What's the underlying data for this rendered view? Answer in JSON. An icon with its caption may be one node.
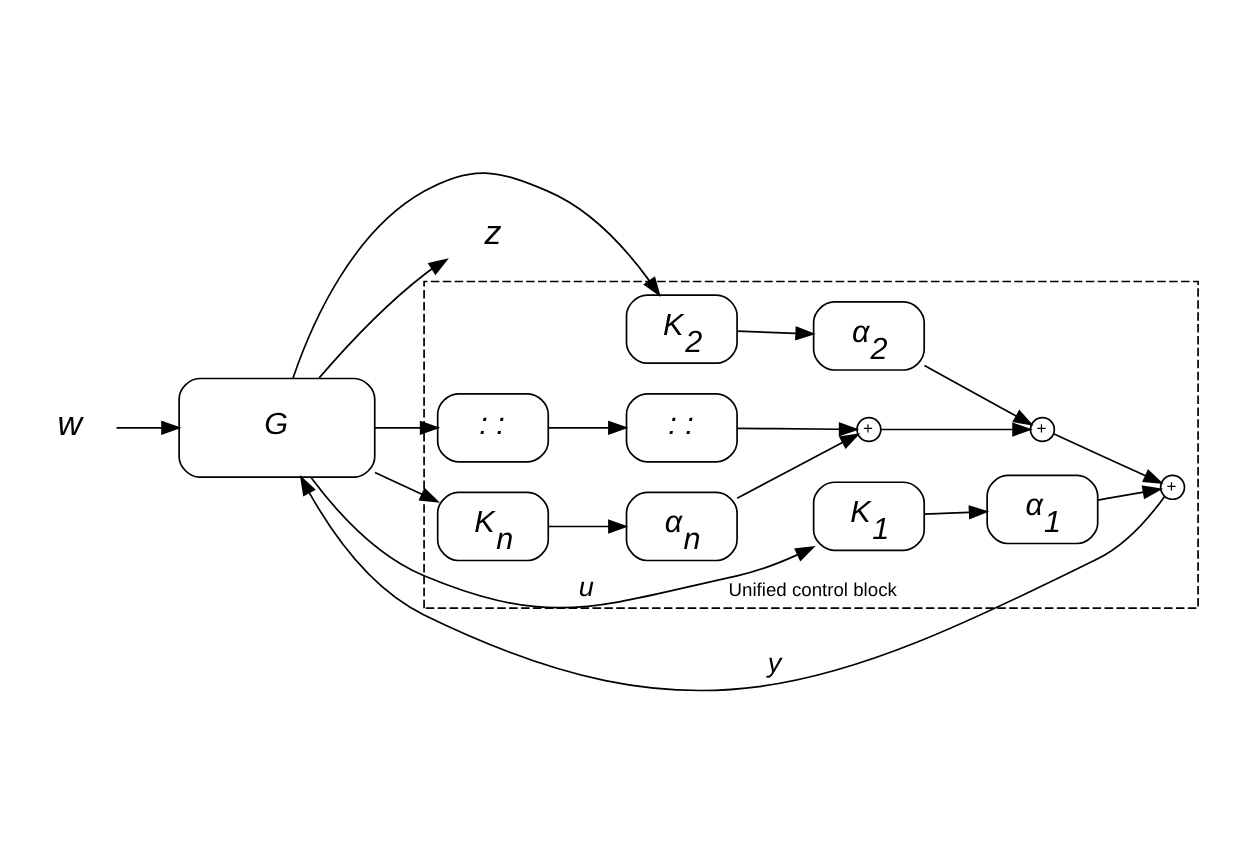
{
  "diagram": {
    "nodes": [
      {
        "text": [
          "w"
        ]
      },
      {
        "text": [
          "G"
        ]
      },
      {
        "text": [
          "z"
        ]
      },
      {
        "text": [
          "Unified control block"
        ]
      },
      {
        "text": [
          "+"
        ],
        "in": 3
      },
      {
        "text": [
          "α$_{1}$"
        ],
        "in": 3
      },
      {
        "text": [
          "K$_{1}$"
        ],
        "in": 3
      },
      {
        "text": [
          "+"
        ],
        "in": 3
      },
      {
        "text": [
          "α$_{2}$"
        ],
        "in": 3
      },
      {
        "text": [
          "K$_{2}$"
        ],
        "in": 3
      },
      {
        "text": [
          "+"
        ],
        "in": 3
      },
      {
        "text": [
          ": :"
        ],
        "in": 3
      },
      {
        "text": [
          ": :"
        ],
        "in": 3
      },
      {
        "text": [
          "α$_{n}$"
        ],
        "in": 3
      },
      {
        "text": [
          "K$_{n}$"
        ],
        "in": 3
      }
    ],
    "edges": [
      {
        "from": 0,
        "to": 1,
        "arrow": "to"
      },
      {
        "from": 1,
        "to": 2,
        "arrow": "to"
      },
      {
        "from": 1,
        "to": 6,
        "arrow": "to",
        "label": "u"
      },
      {
        "from": 1,
        "to": 9,
        "arrow": "to"
      },
      {
        "from": 1,
        "to": 12,
        "arrow": "to"
      },
      {
        "from": 1,
        "to": 14,
        "arrow": "to"
      },
      {
        "from": 6,
        "to": 5,
        "arrow": "to"
      },
      {
        "from": 5,
        "to": 4,
        "arrow": "to"
      },
      {
        "from": 9,
        "to": 8,
        "arrow": "to"
      },
      {
        "from": 8,
        "to": 7,
        "arrow": "to"
      },
      {
        "from": 12,
        "to": 11,
        "arrow": "to"
      },
      {
        "from": 11,
        "to": 10,
        "arrow": "to"
      },
      {
        "from": 14,
        "to": 13,
        "arrow": "to"
      },
      {
        "from": 13,
        "to": 10,
        "arrow": "to"
      },
      {
        "from": 10,
        "to": 7,
        "arrow": "to"
      },
      {
        "from": 7,
        "to": 4,
        "arrow": "to"
      },
      {
        "from": 4,
        "to": 1,
        "arrow": "to",
        "label": "y"
      }
    ]
  }
}
